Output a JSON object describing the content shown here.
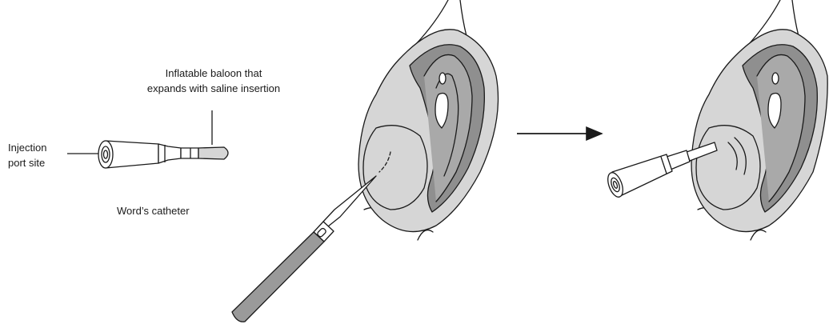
{
  "labels": {
    "injection_port": [
      "Injection",
      "port site"
    ],
    "balloon": [
      "Inflatable baloon that",
      "expands with saline insertion"
    ],
    "catheter_name": "Word’s catheter"
  },
  "colors": {
    "outline": "#1a1a1a",
    "light_tissue": "#d6d6d6",
    "dark_tissue": "#8f8f8f",
    "device_fill": "#ffffff",
    "handle_fill": "#9a9a9a"
  },
  "icons": {
    "process_arrow": "right-arrow-icon",
    "scalpel": "scalpel-icon",
    "catheter": "catheter-icon"
  }
}
